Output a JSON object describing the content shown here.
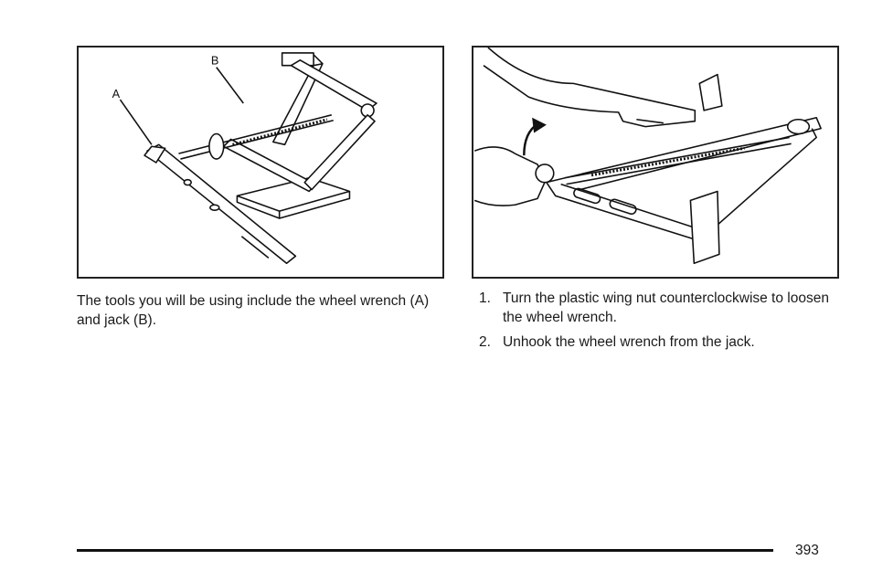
{
  "figures": {
    "left": {
      "callout_a": "A",
      "callout_b": "B"
    }
  },
  "caption_left": "The tools you will be using include the wheel wrench (A) and jack (B).",
  "steps": [
    {
      "number": "1.",
      "text": "Turn the plastic wing nut counterclockwise to loosen the wheel wrench."
    },
    {
      "number": "2.",
      "text": "Unhook the wheel wrench from the jack."
    }
  ],
  "page_number": "393"
}
